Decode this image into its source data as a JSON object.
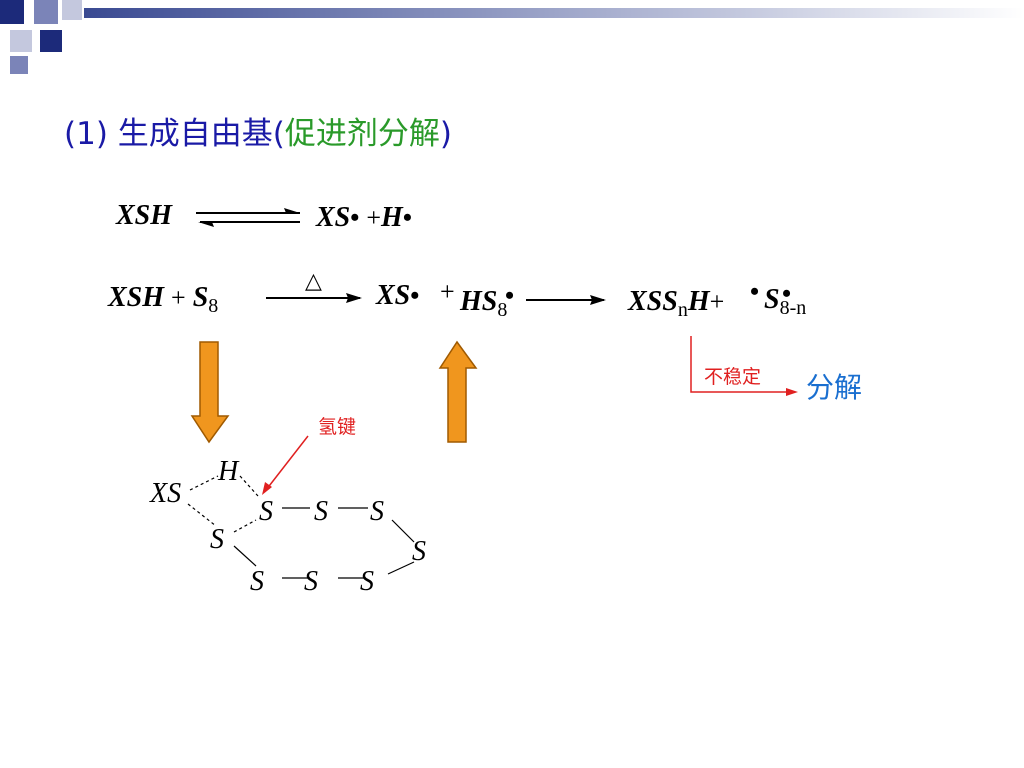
{
  "title": {
    "prefix": "(1) 生成自由基(",
    "green": "促进剂分解",
    "suffix": ")"
  },
  "eq1": {
    "reactant": "XSH",
    "p1": "XS",
    "dot": "•",
    "plus": "+",
    "p2": "H"
  },
  "eq2": {
    "r1": "XSH",
    "plus1": "+",
    "r2": "S",
    "r2_sub": "8",
    "condition": "△",
    "p1": "XS",
    "dot1": "•",
    "plus2": "+",
    "p2": "HS",
    "p2_sub": "8",
    "dot2": "•",
    "p3": "XSS",
    "p3_sub": "n",
    "p3b": "H",
    "plus3": "+",
    "dot3": "•",
    "p4": "S",
    "p4_sub": "8-n",
    "dot4": "•"
  },
  "unstable_label": "不稳定",
  "decompose_label": "分解",
  "hbond_label": "氢键",
  "ring": {
    "xs": "XS",
    "h": "H",
    "s": "S"
  },
  "colors": {
    "title": "#1a1aa6",
    "green": "#2a9a2a",
    "red": "#e02020",
    "blue": "#1a6fd0",
    "arrow_fill": "#f0961e",
    "arrow_stroke": "#a05a00"
  }
}
